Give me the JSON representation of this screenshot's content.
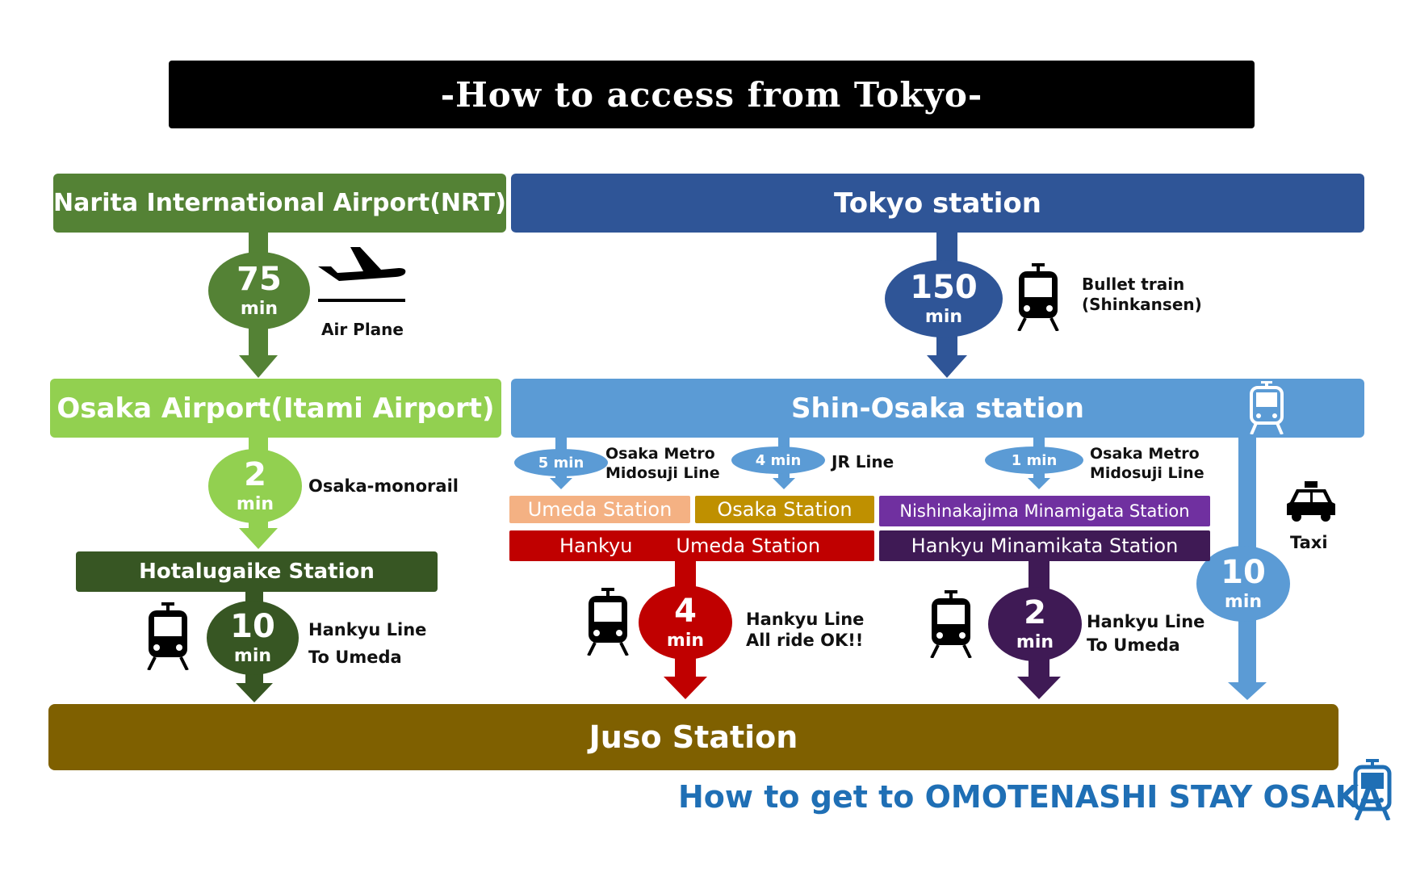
{
  "title": "-How to access from Tokyo-",
  "nodes": {
    "narita": "Narita International Airport(NRT)",
    "tokyo": "Tokyo station",
    "itami": "Osaka Airport(Itami Airport)",
    "shin_osaka": "Shin-Osaka station",
    "hotalugaike": "Hotalugaike Station",
    "umeda": "Umeda Station",
    "osaka": "Osaka Station",
    "nishinakajima": "Nishinakajima Minamigata Station",
    "hankyu_umeda_left": "Hankyu",
    "hankyu_umeda_right": "Umeda Station",
    "hankyu_minamikata": "Hankyu Minamikata Station",
    "juso": "Juso Station"
  },
  "legs": {
    "plane": {
      "num": "75",
      "unit": "min",
      "label": "Air Plane"
    },
    "shinkansen": {
      "num": "150",
      "unit": "min",
      "label": "Bullet train\n(Shinkansen)"
    },
    "monorail": {
      "num": "2",
      "unit": "min",
      "label": "Osaka-monorail"
    },
    "hotalugaike_hankyu": {
      "num": "10",
      "unit": "min",
      "label": "Hankyu Line\nTo Umeda"
    },
    "metro_umeda": {
      "time": "5 min",
      "label": "Osaka Metro\nMidosuji Line"
    },
    "jr_osaka": {
      "time": "4 min",
      "label": "JR Line"
    },
    "metro_nishinakajima": {
      "time": "1 min",
      "label": "Osaka Metro\nMidosuji Line"
    },
    "umeda_hankyu": {
      "num": "4",
      "unit": "min",
      "label": "Hankyu Line\nAll ride OK!!"
    },
    "minamikata_hankyu": {
      "num": "2",
      "unit": "min",
      "label": "Hankyu Line\nTo Umeda"
    },
    "taxi": {
      "num": "10",
      "unit": "min",
      "label": "Taxi"
    }
  },
  "footer": "How to get to OMOTENASHI STAY OSAKA",
  "colors": {
    "narita": "#548235",
    "itami": "#92d050",
    "hotalugaike": "#375623",
    "tokyo": "#2f5597",
    "shin_osaka": "#5b9bd5",
    "umeda": "#f4b183",
    "osaka": "#bf9000",
    "nishinakajima": "#7030a0",
    "hankyu_umeda": "#c00000",
    "hankyu_minamikata": "#3f1a55",
    "juso": "#7f6000",
    "footer": "#1f6fb5"
  },
  "icons": [
    "airplane-icon",
    "train-icon",
    "taxi-icon"
  ]
}
